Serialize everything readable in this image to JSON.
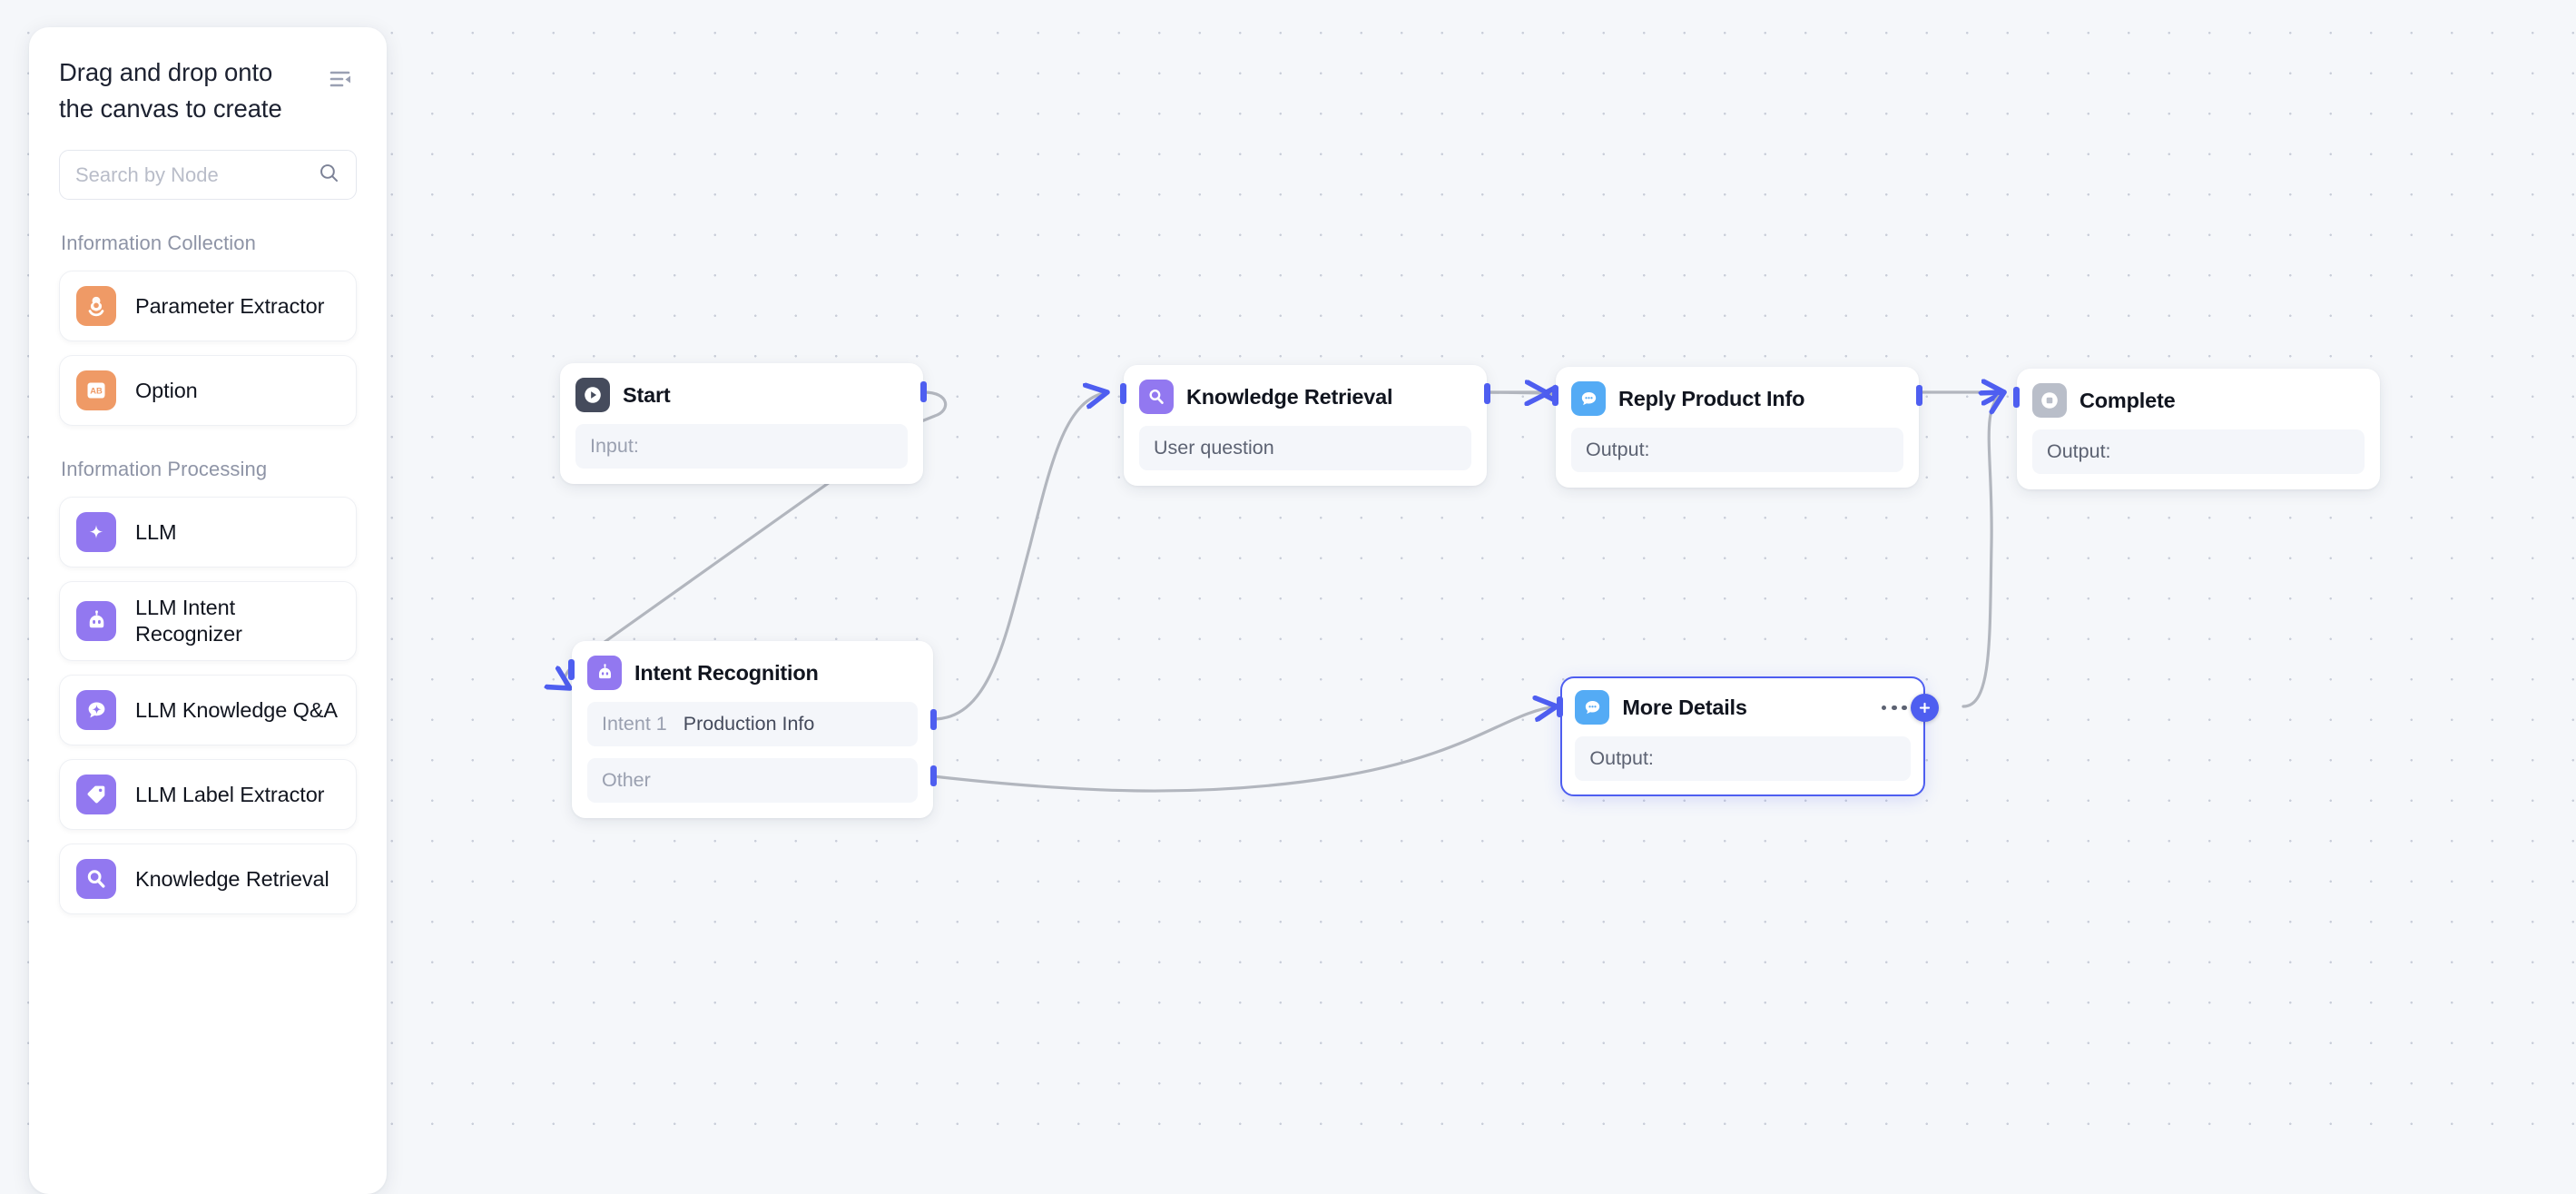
{
  "sidebar": {
    "title": "Drag and drop onto the canvas to create",
    "collapse_icon": "collapse-panel-icon",
    "search": {
      "placeholder": "Search by Node",
      "value": "",
      "icon": "search-icon"
    },
    "sections": [
      {
        "label": "Information Collection",
        "items": [
          {
            "label": "Parameter Extractor",
            "icon": "parameter-extractor-icon",
            "color": "#ef9a66"
          },
          {
            "label": "Option",
            "icon": "option-ab-icon",
            "color": "#ef9a66"
          }
        ]
      },
      {
        "label": "Information Processing",
        "items": [
          {
            "label": "LLM",
            "icon": "sparkle-icon",
            "color": "#9278f0"
          },
          {
            "label": "LLM Intent Recognizer",
            "icon": "robot-icon",
            "color": "#9278f0"
          },
          {
            "label": "LLM Knowledge Q&A",
            "icon": "chat-sparkle-icon",
            "color": "#9278f0"
          },
          {
            "label": "LLM Label Extractor",
            "icon": "tag-icon",
            "color": "#9278f0"
          },
          {
            "label": "Knowledge Retrieval",
            "icon": "magnifier-icon",
            "color": "#9278f0"
          }
        ]
      }
    ]
  },
  "canvas": {
    "accent_color": "#4e5ef0",
    "edge_color": "#b2b6be",
    "background_color": "#f5f7fa",
    "nodes": [
      {
        "id": "start",
        "title": "Start",
        "icon": "play-circle-icon",
        "icon_color": "#454b5c",
        "selected": false,
        "fields": [
          {
            "label": "Input:",
            "value": ""
          }
        ]
      },
      {
        "id": "knowledge-retrieval",
        "title": "Knowledge Retrieval",
        "icon": "magnifier-icon",
        "icon_color": "#9278f0",
        "selected": false,
        "fields": [
          {
            "label": "User question",
            "value": ""
          }
        ]
      },
      {
        "id": "reply-product-info",
        "title": "Reply Product Info",
        "icon": "chat-bubble-icon",
        "icon_color": "#54abf5",
        "selected": false,
        "fields": [
          {
            "label": "Output:",
            "value": ""
          }
        ]
      },
      {
        "id": "complete",
        "title": "Complete",
        "icon": "stop-square-icon",
        "icon_color": "#b9bec9",
        "selected": false,
        "fields": [
          {
            "label": "Output:",
            "value": ""
          }
        ]
      },
      {
        "id": "intent-recognition",
        "title": "Intent Recognition",
        "icon": "robot-icon",
        "icon_color": "#9278f0",
        "selected": false,
        "fields": [
          {
            "label": "Intent 1",
            "value": "Production Info"
          },
          {
            "label": "Other",
            "value": ""
          }
        ]
      },
      {
        "id": "more-details",
        "title": "More Details",
        "icon": "chat-bubble-icon",
        "icon_color": "#54abf5",
        "selected": true,
        "menu_icon": "more-options-icon",
        "add_icon": "add-node-icon",
        "fields": [
          {
            "label": "Output:",
            "value": ""
          }
        ]
      }
    ]
  }
}
